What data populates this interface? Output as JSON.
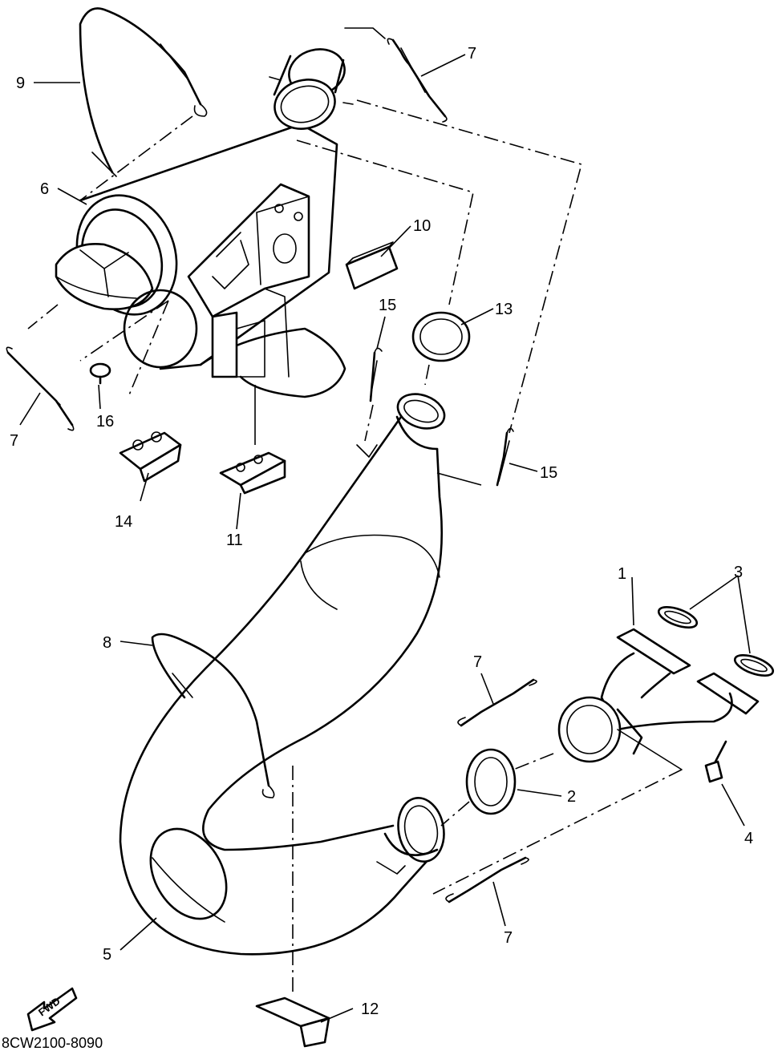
{
  "diagram": {
    "drawing_code": "8CW2100-8090",
    "fwd_label": "FWD",
    "callouts": {
      "c1": "1",
      "c2": "2",
      "c3": "3",
      "c4": "4",
      "c5": "5",
      "c6": "6",
      "c7a": "7",
      "c7b": "7",
      "c7c": "7",
      "c7d": "7",
      "c8": "8",
      "c9": "9",
      "c10": "10",
      "c11": "11",
      "c12": "12",
      "c13": "13",
      "c14": "14",
      "c15a": "15",
      "c15b": "15",
      "c16": "16"
    }
  }
}
